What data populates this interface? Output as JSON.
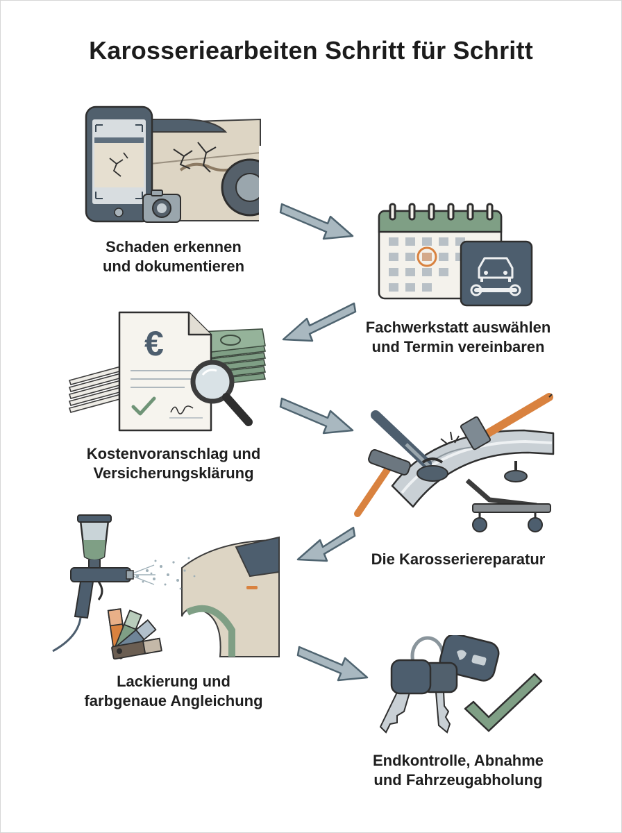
{
  "title": "Karosseriearbeiten Schritt für Schritt",
  "steps": [
    {
      "id": "schaden",
      "line1": "Schaden erkennen",
      "line2": "und dokumentieren",
      "icon": "phone-camera-damaged-car-icon"
    },
    {
      "id": "werkstatt",
      "line1": "Fachwerkstatt auswählen",
      "line2": "und Termin vereinbaren",
      "icon": "calendar-workshop-icon"
    },
    {
      "id": "kosten",
      "line1": "Kostenvoranschlag und",
      "line2": "Versicherungsklärung",
      "icon": "estimate-document-magnifier-icon"
    },
    {
      "id": "reparatur",
      "line1": "Die Karosseriereparatur",
      "line2": "",
      "icon": "dent-repair-tools-icon"
    },
    {
      "id": "lackierung",
      "line1": "Lackierung und",
      "line2": "farbgenaue Angleichung",
      "icon": "spray-gun-color-fan-icon"
    },
    {
      "id": "abholung",
      "line1": "Endkontrolle, Abnahme",
      "line2": "und Fahrzeugabholung",
      "icon": "car-keys-checkmark-icon"
    }
  ],
  "symbols": {
    "currency": "€"
  },
  "colors": {
    "arrow_fill": "#a9b8c0",
    "arrow_stroke": "#4f6470",
    "slate": "#4d5e6e",
    "sage": "#7f9f85",
    "beige": "#ddd5c4",
    "orange": "#d9823f"
  }
}
